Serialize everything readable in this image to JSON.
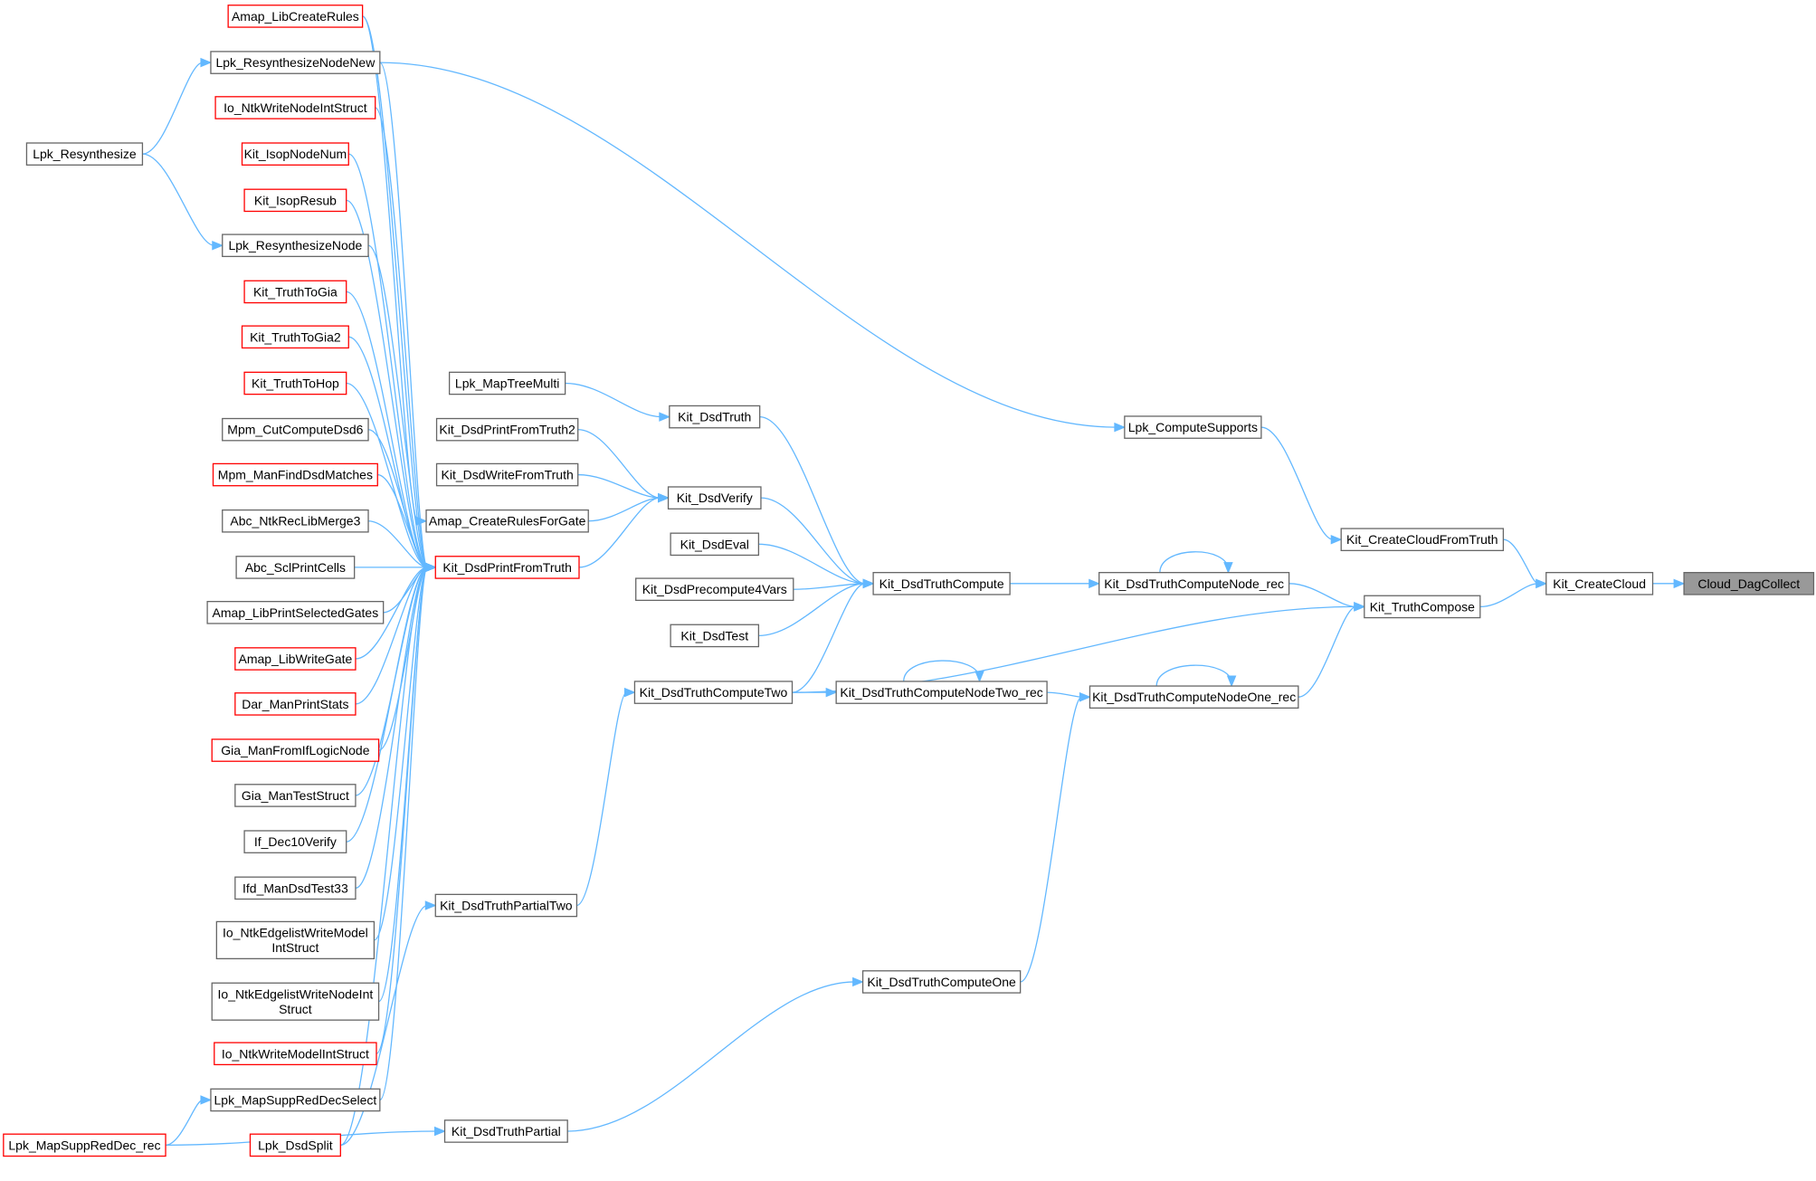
{
  "nodes": [
    {
      "id": "cloud",
      "label": [
        "Cloud_DagCollect"
      ],
      "root": true
    },
    {
      "id": "kcc",
      "label": [
        "Kit_CreateCloud"
      ]
    },
    {
      "id": "kccft",
      "label": [
        "Kit_CreateCloudFromTruth"
      ]
    },
    {
      "id": "ktc",
      "label": [
        "Kit_TruthCompose"
      ]
    },
    {
      "id": "lcs",
      "label": [
        "Lpk_ComputeSupports"
      ]
    },
    {
      "id": "kdtcnr",
      "label": [
        "Kit_DsdTruthComputeNode_rec"
      ]
    },
    {
      "id": "kdtcnor",
      "label": [
        "Kit_DsdTruthComputeNodeOne_rec"
      ]
    },
    {
      "id": "kdtcntr",
      "label": [
        "Kit_DsdTruthComputeNodeTwo_rec"
      ]
    },
    {
      "id": "kdtco",
      "label": [
        "Kit_DsdTruthComputeOne"
      ]
    },
    {
      "id": "kdtc",
      "label": [
        "Kit_DsdTruthCompute"
      ]
    },
    {
      "id": "kdtct",
      "label": [
        "Kit_DsdTruthComputeTwo"
      ]
    },
    {
      "id": "kdtp",
      "label": [
        "Kit_DsdTruthPartial"
      ]
    },
    {
      "id": "kdtpt",
      "label": [
        "Kit_DsdTruthPartialTwo"
      ]
    },
    {
      "id": "kdt",
      "label": [
        "Kit_DsdTruth"
      ]
    },
    {
      "id": "kdv",
      "label": [
        "Kit_DsdVerify"
      ]
    },
    {
      "id": "kde",
      "label": [
        "Kit_DsdEval"
      ]
    },
    {
      "id": "kdp4",
      "label": [
        "Kit_DsdPrecompute4Vars"
      ]
    },
    {
      "id": "kdtest",
      "label": [
        "Kit_DsdTest"
      ]
    },
    {
      "id": "lmtm",
      "label": [
        "Lpk_MapTreeMulti"
      ]
    },
    {
      "id": "kdpft2",
      "label": [
        "Kit_DsdPrintFromTruth2"
      ]
    },
    {
      "id": "kdwft",
      "label": [
        "Kit_DsdWriteFromTruth"
      ]
    },
    {
      "id": "acrfg",
      "label": [
        "Amap_CreateRulesForGate"
      ]
    },
    {
      "id": "kdpft",
      "label": [
        "Kit_DsdPrintFromTruth"
      ],
      "red": true
    },
    {
      "id": "alcr",
      "label": [
        "Amap_LibCreateRules"
      ],
      "red": true
    },
    {
      "id": "lrnn",
      "label": [
        "Lpk_ResynthesizeNodeNew"
      ]
    },
    {
      "id": "inwnis",
      "label": [
        "Io_NtkWriteNodeIntStruct"
      ],
      "red": true
    },
    {
      "id": "kinn",
      "label": [
        "Kit_IsopNodeNum"
      ],
      "red": true
    },
    {
      "id": "kir",
      "label": [
        "Kit_IsopResub"
      ],
      "red": true
    },
    {
      "id": "lrn",
      "label": [
        "Lpk_ResynthesizeNode"
      ]
    },
    {
      "id": "ktg",
      "label": [
        "Kit_TruthToGia"
      ],
      "red": true
    },
    {
      "id": "ktg2",
      "label": [
        "Kit_TruthToGia2"
      ],
      "red": true
    },
    {
      "id": "kth",
      "label": [
        "Kit_TruthToHop"
      ],
      "red": true
    },
    {
      "id": "mccd6",
      "label": [
        "Mpm_CutComputeDsd6"
      ]
    },
    {
      "id": "mmfdm",
      "label": [
        "Mpm_ManFindDsdMatches"
      ],
      "red": true
    },
    {
      "id": "anrlm3",
      "label": [
        "Abc_NtkRecLibMerge3"
      ]
    },
    {
      "id": "aspc",
      "label": [
        "Abc_SclPrintCells"
      ]
    },
    {
      "id": "alpsg",
      "label": [
        "Amap_LibPrintSelectedGates"
      ]
    },
    {
      "id": "alwg",
      "label": [
        "Amap_LibWriteGate"
      ],
      "red": true
    },
    {
      "id": "dmps",
      "label": [
        "Dar_ManPrintStats"
      ],
      "red": true
    },
    {
      "id": "gmfiln",
      "label": [
        "Gia_ManFromIfLogicNode"
      ],
      "red": true
    },
    {
      "id": "gmts",
      "label": [
        "Gia_ManTestStruct"
      ]
    },
    {
      "id": "id10v",
      "label": [
        "If_Dec10Verify"
      ]
    },
    {
      "id": "imdt33",
      "label": [
        "Ifd_ManDsdTest33"
      ]
    },
    {
      "id": "inewmis",
      "label": [
        "Io_NtkEdgelistWriteModel",
        "IntStruct"
      ]
    },
    {
      "id": "inewnis",
      "label": [
        "Io_NtkEdgelistWriteNodeInt",
        "Struct"
      ]
    },
    {
      "id": "inwmis",
      "label": [
        "Io_NtkWriteModelIntStruct"
      ],
      "red": true
    },
    {
      "id": "lmsrds",
      "label": [
        "Lpk_MapSuppRedDecSelect"
      ]
    },
    {
      "id": "lds",
      "label": [
        "Lpk_DsdSplit"
      ],
      "red": true
    },
    {
      "id": "lr",
      "label": [
        "Lpk_Resynthesize"
      ]
    },
    {
      "id": "lmsrdr",
      "label": [
        "Lpk_MapSuppRedDec_rec"
      ],
      "red": true
    }
  ],
  "edges": [
    [
      "kcc",
      "cloud"
    ],
    [
      "kccft",
      "kcc"
    ],
    [
      "ktc",
      "kcc"
    ],
    [
      "lcs",
      "kccft"
    ],
    [
      "kdtcnr",
      "ktc"
    ],
    [
      "kdtcnor",
      "ktc"
    ],
    [
      "kdtct",
      "ktc"
    ],
    [
      "lrnn",
      "lcs"
    ],
    [
      "kdtcnr",
      "kdtcnr"
    ],
    [
      "kdtc",
      "kdtcnr"
    ],
    [
      "kdtcnor",
      "kdtcnor"
    ],
    [
      "kdtcntr",
      "kdtcnor"
    ],
    [
      "kdtco",
      "kdtcnor"
    ],
    [
      "kdtcntr",
      "kdtcntr"
    ],
    [
      "kdtct",
      "kdtcntr"
    ],
    [
      "kdtp",
      "kdtco"
    ],
    [
      "kdt",
      "kdtc"
    ],
    [
      "kdv",
      "kdtc"
    ],
    [
      "kde",
      "kdtc"
    ],
    [
      "kdp4",
      "kdtc"
    ],
    [
      "kdtest",
      "kdtc"
    ],
    [
      "kdtct",
      "kdtc"
    ],
    [
      "kdtpt",
      "kdtct"
    ],
    [
      "lmsrdr",
      "kdtp"
    ],
    [
      "lds",
      "kdtpt"
    ],
    [
      "lmtm",
      "kdt"
    ],
    [
      "kdpft2",
      "kdv"
    ],
    [
      "kdwft",
      "kdv"
    ],
    [
      "acrfg",
      "kdv"
    ],
    [
      "kdpft",
      "kdv"
    ],
    [
      "alcr",
      "kdpft"
    ],
    [
      "lrnn",
      "kdpft"
    ],
    [
      "inwnis",
      "kdpft"
    ],
    [
      "kinn",
      "kdpft"
    ],
    [
      "kir",
      "kdpft"
    ],
    [
      "lrn",
      "kdpft"
    ],
    [
      "ktg",
      "kdpft"
    ],
    [
      "ktg2",
      "kdpft"
    ],
    [
      "kth",
      "kdpft"
    ],
    [
      "mccd6",
      "kdpft"
    ],
    [
      "mmfdm",
      "kdpft"
    ],
    [
      "anrlm3",
      "kdpft"
    ],
    [
      "aspc",
      "kdpft"
    ],
    [
      "alpsg",
      "kdpft"
    ],
    [
      "alwg",
      "kdpft"
    ],
    [
      "dmps",
      "kdpft"
    ],
    [
      "gmfiln",
      "kdpft"
    ],
    [
      "gmts",
      "kdpft"
    ],
    [
      "id10v",
      "kdpft"
    ],
    [
      "imdt33",
      "kdpft"
    ],
    [
      "inewmis",
      "kdpft"
    ],
    [
      "inewnis",
      "kdpft"
    ],
    [
      "inwmis",
      "kdpft"
    ],
    [
      "lmsrds",
      "kdpft"
    ],
    [
      "lds",
      "kdpft"
    ],
    [
      "alcr",
      "acrfg"
    ],
    [
      "lr",
      "lrnn"
    ],
    [
      "lr",
      "lrn"
    ],
    [
      "lmsrdr",
      "lmsrds"
    ]
  ],
  "colors": {
    "edge": "#63b8ff",
    "node_border": "#666666",
    "node_border_highlight": "#ff0000",
    "root_fill": "#999999"
  }
}
